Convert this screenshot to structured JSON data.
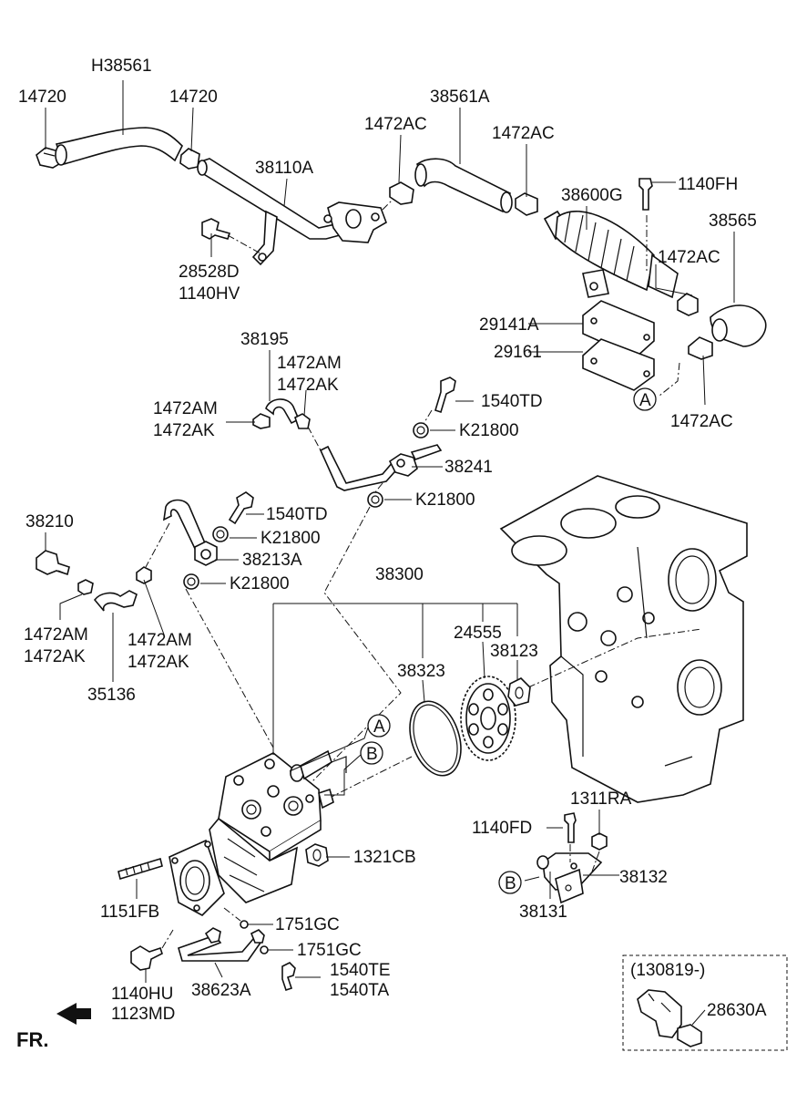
{
  "labels": {
    "h38561": "H38561",
    "p14720_a": "14720",
    "p14720_b": "14720",
    "p38110a": "38110A",
    "p28528d": "28528D",
    "p1140hv": "1140HV",
    "p1472ac_a": "1472AC",
    "p38561a": "38561A",
    "p1472ac_b": "1472AC",
    "p38600g": "38600G",
    "p1140fh": "1140FH",
    "p38565": "38565",
    "p1472ac_c": "1472AC",
    "p29141a": "29141A",
    "p29161": "29161",
    "p1472ac_d": "1472AC",
    "p38195": "38195",
    "p1472am_a": "1472AM",
    "p1472ak_a": "1472AK",
    "p1472am_b": "1472AM",
    "p1472ak_b": "1472AK",
    "p1540td_a": "1540TD",
    "pk21800_a": "K21800",
    "p38241": "38241",
    "pk21800_b": "K21800",
    "p38210": "38210",
    "p1540td_b": "1540TD",
    "pk21800_c": "K21800",
    "p38213a": "38213A",
    "pk21800_d": "K21800",
    "p1472am_c": "1472AM",
    "p1472ak_c": "1472AK",
    "p1472am_d": "1472AM",
    "p1472ak_d": "1472AK",
    "p35136": "35136",
    "p38300": "38300",
    "p24555": "24555",
    "p38123": "38123",
    "p38323": "38323",
    "p1311ra": "1311RA",
    "p1140fd": "1140FD",
    "p38132": "38132",
    "p38131": "38131",
    "p1321cb": "1321CB",
    "p1151fb": "1151FB",
    "p1751gc_a": "1751GC",
    "p1751gc_b": "1751GC",
    "p1540te": "1540TE",
    "p1540ta": "1540TA",
    "p1140hu": "1140HU",
    "p1123md": "1123MD",
    "p38623a": "38623A",
    "p28630a": "28630A",
    "date_range": "(130819-)",
    "fr": "FR."
  },
  "callouts": {
    "a": "A",
    "b": "B"
  }
}
